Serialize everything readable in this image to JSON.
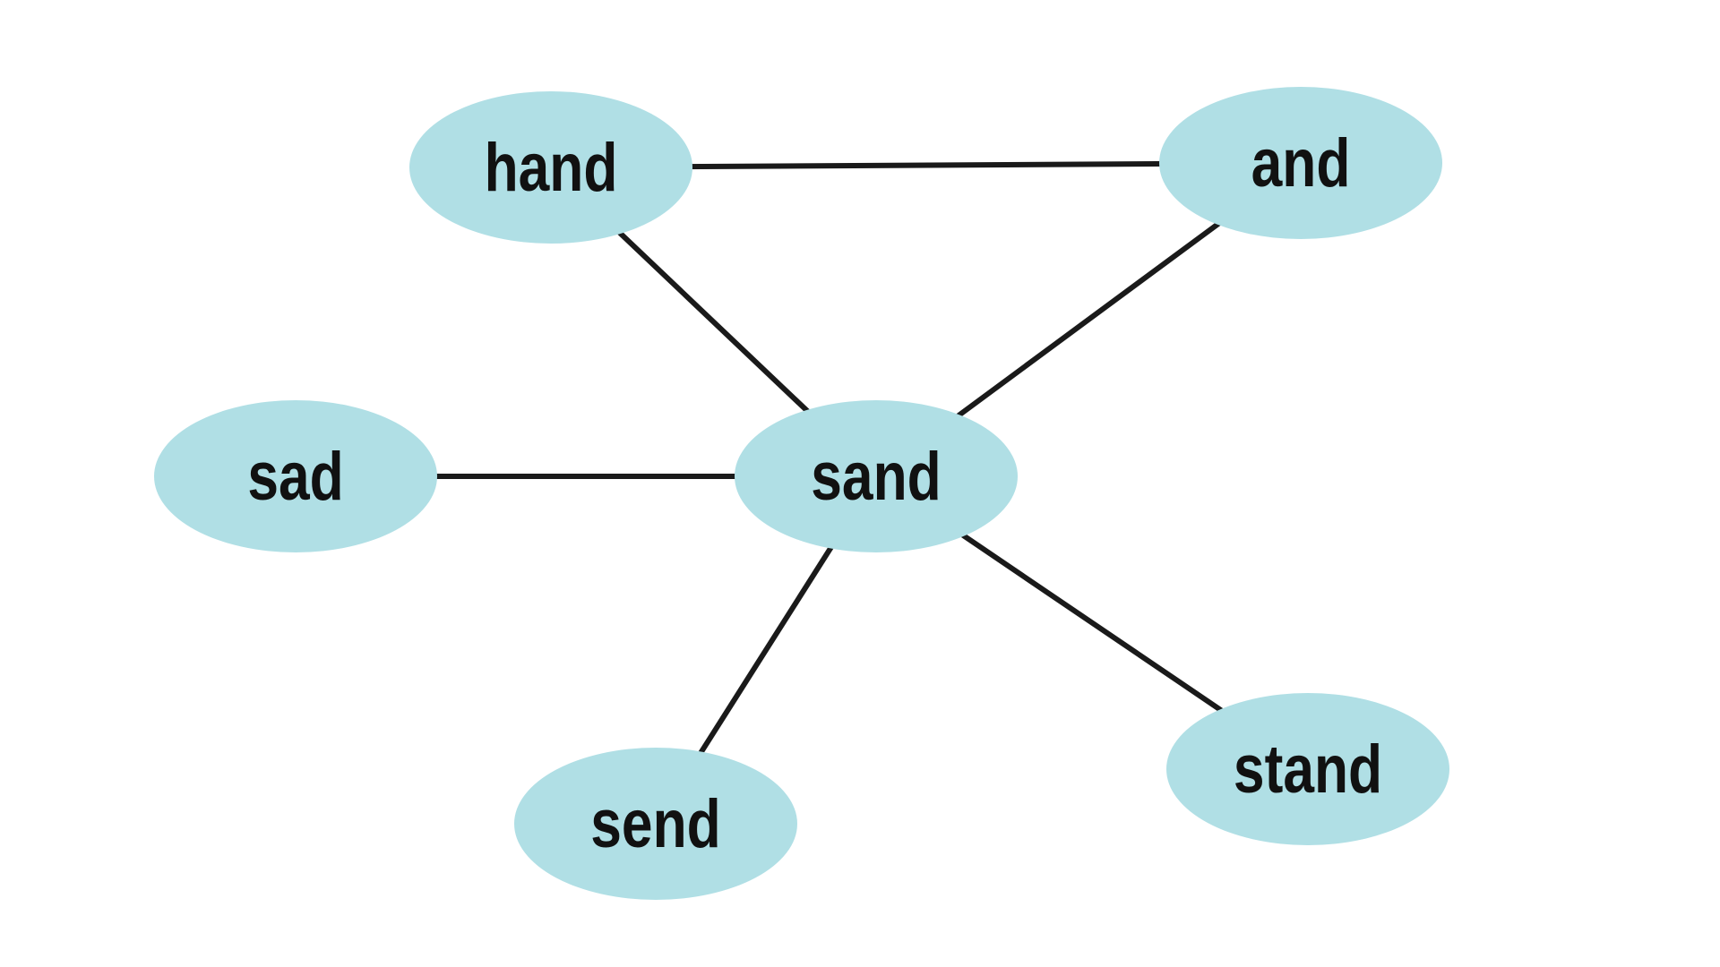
{
  "diagram": {
    "type": "graph",
    "node_color": "#b0dfe5",
    "edge_color": "#1a1a1a",
    "nodes": [
      {
        "id": "hand",
        "label": "hand"
      },
      {
        "id": "and",
        "label": "and"
      },
      {
        "id": "sad",
        "label": "sad"
      },
      {
        "id": "sand",
        "label": "sand"
      },
      {
        "id": "send",
        "label": "send"
      },
      {
        "id": "stand",
        "label": "stand"
      }
    ],
    "edges": [
      [
        "hand",
        "and"
      ],
      [
        "hand",
        "sand"
      ],
      [
        "and",
        "sand"
      ],
      [
        "sad",
        "sand"
      ],
      [
        "sand",
        "send"
      ],
      [
        "sand",
        "stand"
      ]
    ]
  }
}
